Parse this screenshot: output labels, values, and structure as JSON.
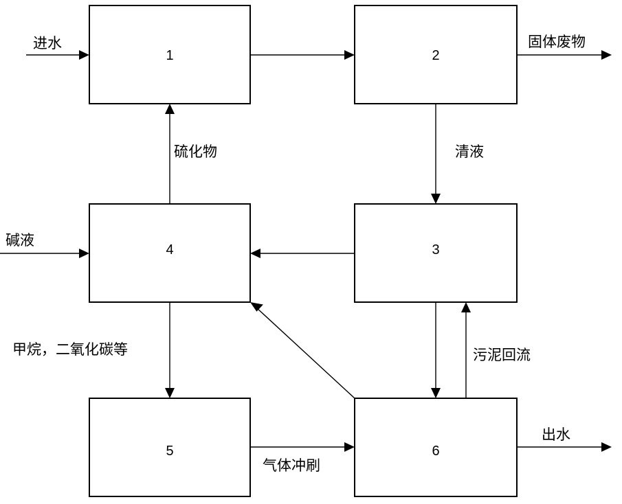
{
  "boxes": {
    "b1": "1",
    "b2": "2",
    "b3": "3",
    "b4": "4",
    "b5": "5",
    "b6": "6"
  },
  "labels": {
    "water_in": "进水",
    "solid_waste": "固体废物",
    "clear_liquid": "清液",
    "sulfide": "硫化物",
    "alkali": "碱液",
    "gas_products": "甲烷，二氧化碳等",
    "sludge_return": "污泥回流",
    "gas_flush": "气体冲刷",
    "water_out": "出水"
  }
}
